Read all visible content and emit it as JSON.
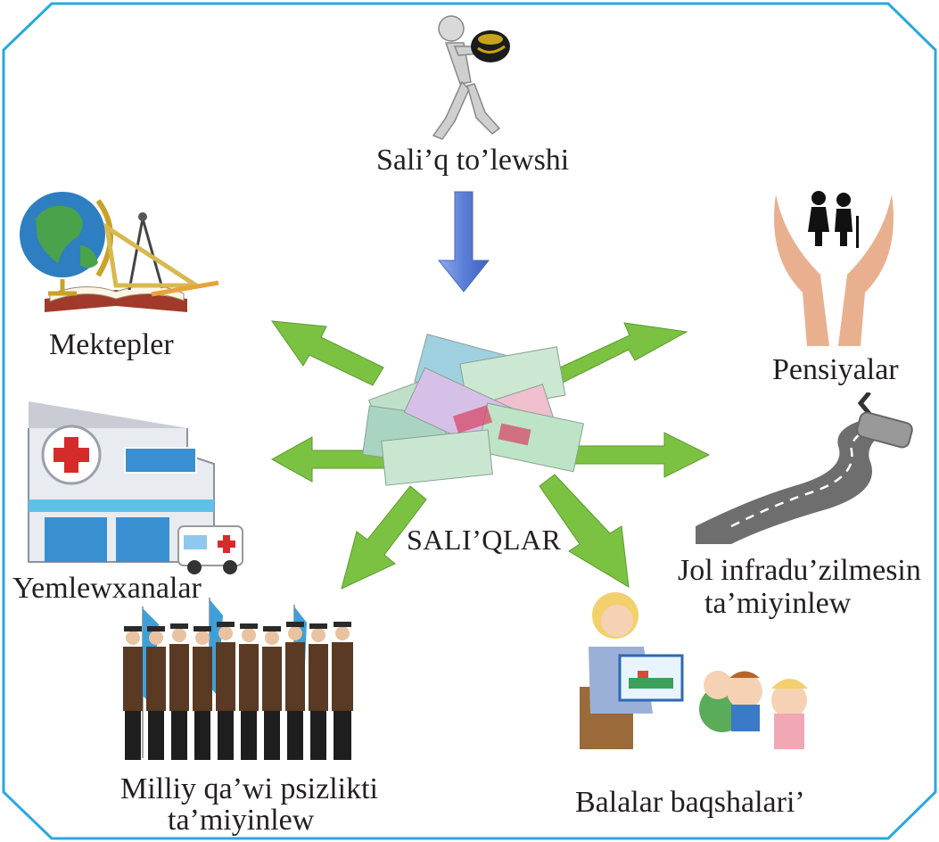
{
  "center": {
    "label": "SALI’QLAR"
  },
  "source": {
    "label": "Sali’q to’lewshi"
  },
  "recipients": {
    "schools": "Mektepler",
    "hospitals": "Yemlewxanalar",
    "security_line1": "Milliy qa’wi psizlikti",
    "security_line2": "ta’miyinlew",
    "kindergartens": "Balalar  baqshalari’",
    "roads_line1": "Jol infradu’zilmesin",
    "roads_line2": "ta’miyinlew",
    "pensions": "Pensiyalar"
  },
  "colors": {
    "frame": "#29a8e0",
    "arrow_green": "#7cc242",
    "arrow_blue": "#5b7fd6",
    "text": "#231f20"
  }
}
